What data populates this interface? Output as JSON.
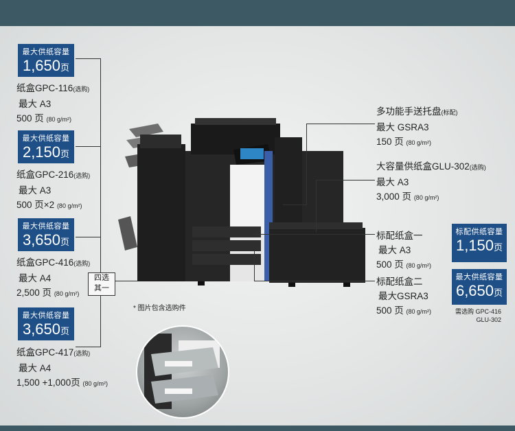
{
  "left_trays": [
    {
      "cap_label": "最大供纸容量",
      "cap_value": "1,650",
      "cap_unit": "页",
      "tray": "纸盒GPC-116",
      "opt": "(选购)",
      "size": "最大 A3",
      "pages": "500 页",
      "weight": "(80 g/m²)"
    },
    {
      "cap_label": "最大供纸容量",
      "cap_value": "2,150",
      "cap_unit": "页",
      "tray": "纸盒GPC-216",
      "opt": "(选购)",
      "size": "最大 A3",
      "pages": "500 页×2",
      "weight": "(80 g/m²)"
    },
    {
      "cap_label": "最大供纸容量",
      "cap_value": "3,650",
      "cap_unit": "页",
      "tray": "纸盒GPC-416",
      "opt": "(选购)",
      "size": "最大 A4",
      "pages": "2,500 页",
      "weight": "(80 g/m²)"
    },
    {
      "cap_label": "最大供纸容量",
      "cap_value": "3,650",
      "cap_unit": "页",
      "tray": "纸盒GPC-417",
      "opt": "(选购)",
      "size": "最大 A4",
      "pages": "1,500 +1,000页",
      "weight": "(80 g/m²)"
    }
  ],
  "badge": {
    "line1": "四选",
    "line2": "其一"
  },
  "note": "* 图片包含选购件",
  "right_info": [
    {
      "title": "多功能手送托盘",
      "tag": "(标配)",
      "size": "最大 GSRA3",
      "pages": "150 页",
      "weight": "(80 g/m²)"
    },
    {
      "title": "大容量供纸盒GLU-302",
      "tag": "(选购)",
      "size": "最大 A3",
      "pages": "3,000 页",
      "weight": "(80 g/m²)"
    },
    {
      "title": "标配纸盒一",
      "tag": "",
      "size": "最大 A3",
      "pages": "500 页",
      "weight": "(80 g/m²)"
    },
    {
      "title": "标配纸盒二",
      "tag": "",
      "size": "最大GSRA3",
      "pages": "500 页",
      "weight": "(80 g/m²)"
    }
  ],
  "right_caps": [
    {
      "cap_label": "标配供纸容量",
      "cap_value": "1,150",
      "cap_unit": "页"
    },
    {
      "cap_label": "最大供纸容量",
      "cap_value": "6,650",
      "cap_unit": "页"
    }
  ],
  "right_note": {
    "line1": "需选购  GPC-416",
    "line2": "GLU-302"
  },
  "colors": {
    "accent": "#1f4f87",
    "header": "#3d5a64"
  }
}
